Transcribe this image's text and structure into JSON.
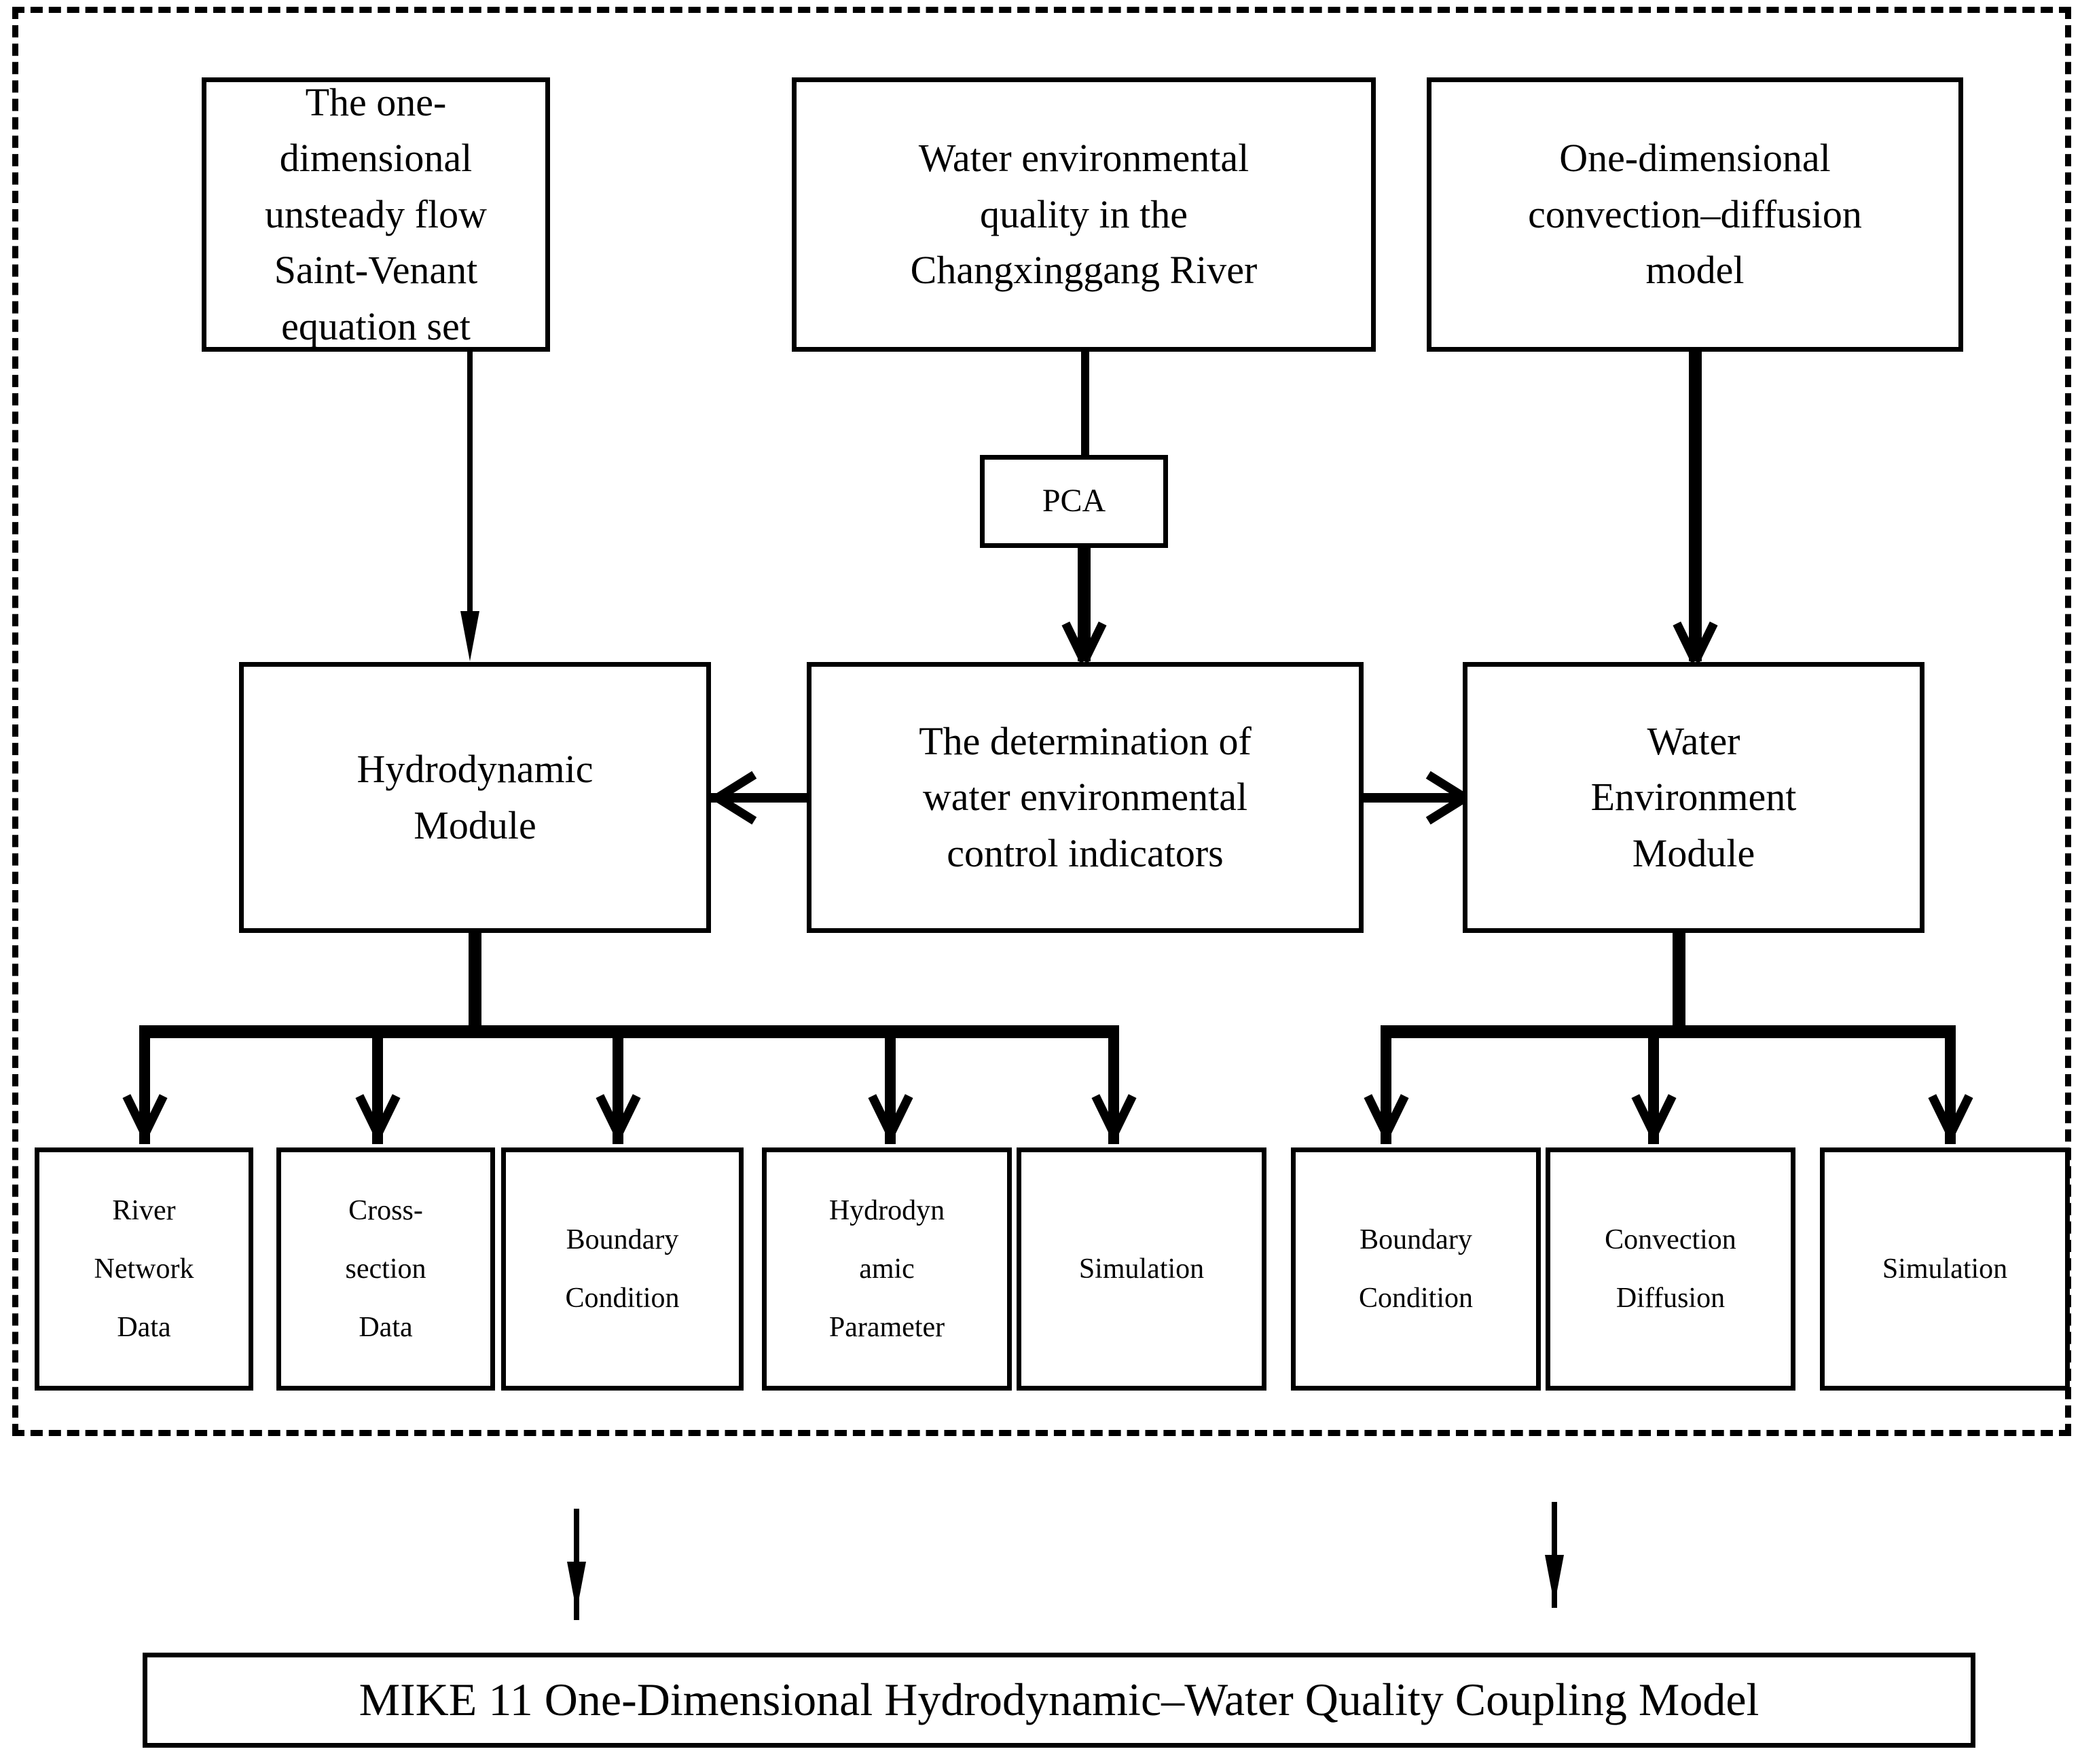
{
  "diagram": {
    "title": "MIKE 11 coupling model framework flowchart",
    "colors": {
      "stroke": "#000000",
      "background": "#ffffff"
    },
    "top_row": [
      {
        "id": "saint-venant",
        "text": "The one-dimensional\nunsteady flow\nSaint-Venant equation set"
      },
      {
        "id": "water-quality",
        "text": "Water environmental\nquality in the\nChangxinggang River"
      },
      {
        "id": "convection-diffusion",
        "text": "One-dimensional\nconvection–diffusion\nmodel"
      }
    ],
    "pca": {
      "id": "pca",
      "text": "PCA"
    },
    "middle_row": [
      {
        "id": "hydrodynamic-module",
        "text": "Hydrodynamic\nModule"
      },
      {
        "id": "control-indicators",
        "text": "The determination of\nwater environmental\ncontrol indicators"
      },
      {
        "id": "water-environment-module",
        "text": "Water\nEnvironment\nModule"
      }
    ],
    "hydrodynamic_children": [
      {
        "id": "river-network-data",
        "text": "River\nNetwork\nData"
      },
      {
        "id": "cross-section-data",
        "text": "Cross-\nsection\nData"
      },
      {
        "id": "boundary-condition-hd",
        "text": "Boundary\nCondition"
      },
      {
        "id": "hydrodynamic-parameter",
        "text": "Hydrodyn\namic\nParameter"
      },
      {
        "id": "simulation-hd",
        "text": "Simulation"
      }
    ],
    "water_env_children": [
      {
        "id": "boundary-condition-we",
        "text": "Boundary\nCondition"
      },
      {
        "id": "convection-diffusion-we",
        "text": "Convection\nDiffusion"
      },
      {
        "id": "simulation-we",
        "text": "Simulation"
      }
    ],
    "footer": {
      "id": "mike11",
      "text": "MIKE 11 One-Dimensional Hydrodynamic–Water Quality Coupling Model"
    }
  }
}
